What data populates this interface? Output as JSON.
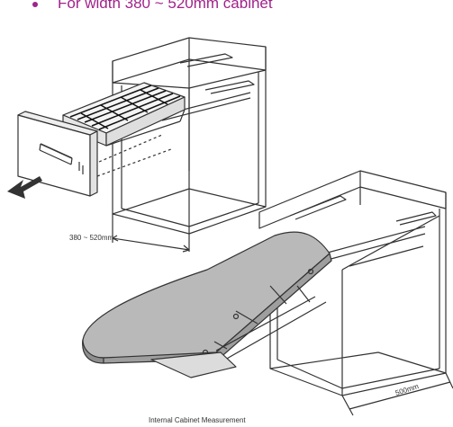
{
  "header": {
    "text": "For width 380 ~ 520mm cabinet"
  },
  "labels": {
    "width_range": "380 ~ 520mm",
    "depth": "500mm",
    "caption": "Internal Cabinet Measurement"
  },
  "colors": {
    "header_text": "#a0238a",
    "line": "#333333",
    "board": "#b9b9b9"
  }
}
